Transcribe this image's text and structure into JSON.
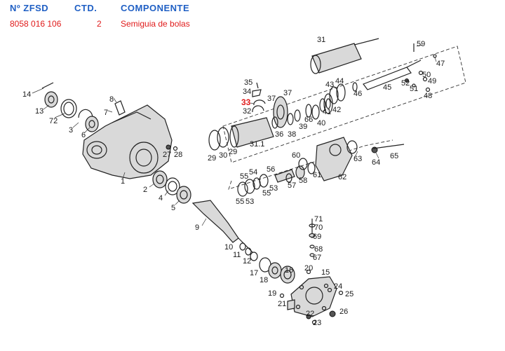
{
  "header": {
    "col_part_no": "Nº ZFSD",
    "col_qty": "CTD.",
    "col_component": "COMPONENTE"
  },
  "selected": {
    "part_no": "8058 016 106",
    "qty": "2",
    "component": "Semiguia de bolas"
  },
  "callouts": {
    "c1": "1",
    "c2": "2",
    "c3": "3",
    "c4": "4",
    "c5": "5",
    "c6": "6",
    "c7": "7",
    "c8": "8",
    "c9": "9",
    "c10": "10",
    "c11": "11",
    "c12": "12",
    "c13": "13",
    "c14": "14",
    "c15": "15",
    "c16": "16",
    "c17": "17",
    "c18": "18",
    "c19": "19",
    "c20": "20",
    "c21": "21",
    "c22": "22",
    "c23": "23",
    "c24": "24",
    "c25": "25",
    "c26": "26",
    "c27": "27",
    "c28": "28",
    "c29a": "29",
    "c29b": "29",
    "c30": "30",
    "c31": "31",
    "c31_1": "31.1",
    "c32": "32",
    "c33": "33",
    "c34": "34",
    "c35": "35",
    "c36": "36",
    "c37a": "37",
    "c37b": "37",
    "c38": "38",
    "c39": "39",
    "c40": "40",
    "c41": "41",
    "c42": "42",
    "c43": "43",
    "c44": "44",
    "c45": "45",
    "c46": "46",
    "c47": "47",
    "c48": "48",
    "c49": "49",
    "c50": "50",
    "c51": "51",
    "c52": "52",
    "c53a": "53",
    "c53b": "53",
    "c54": "54",
    "c55a": "55",
    "c55b": "55",
    "c55c": "55",
    "c56": "56",
    "c57": "57",
    "c58": "58",
    "c59": "59",
    "c60": "60",
    "c61": "61",
    "c62": "62",
    "c63": "63",
    "c64": "64",
    "c65": "65",
    "c66": "66",
    "c67": "67",
    "c68": "68",
    "c69": "69",
    "c70": "70",
    "c71": "71",
    "c72": "72"
  }
}
